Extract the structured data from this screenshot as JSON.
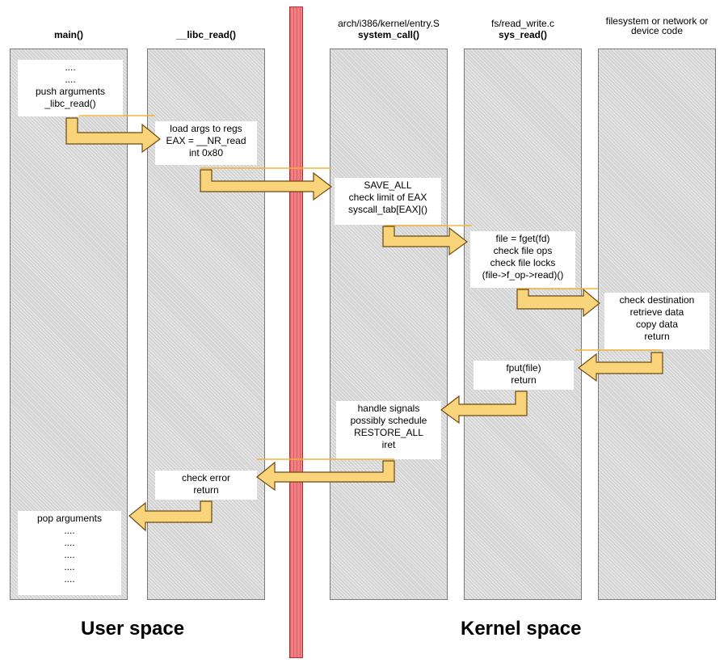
{
  "columns": [
    {
      "id": "main",
      "title": "main()"
    },
    {
      "id": "libc",
      "title": "__libc_read()"
    },
    {
      "id": "syscall",
      "path": "arch/i386/kernel/entry.S",
      "title": "system_call()"
    },
    {
      "id": "sysread",
      "path": "fs/read_write.c",
      "title": "sys_read()"
    },
    {
      "id": "fs",
      "subtitle_lines": [
        "filesystem or network",
        "or",
        "device code"
      ]
    }
  ],
  "boxes": {
    "main_top": [
      "....",
      "....",
      "push arguments",
      "_libc_read()"
    ],
    "libc_load": [
      "load args to regs",
      "EAX = __NR_read",
      "int 0x80"
    ],
    "save_all": [
      "SAVE_ALL",
      "check limit of EAX",
      "syscall_tab[EAX]()"
    ],
    "sys_read": [
      "file = fget(fd)",
      "check file ops",
      "check file locks",
      "(file->f_op->read)()"
    ],
    "fs_code": [
      "check destination",
      "retrieve data",
      "copy data",
      "return"
    ],
    "fput": [
      "fput(file)",
      "return"
    ],
    "restore": [
      "handle signals",
      "possibly schedule",
      "RESTORE_ALL",
      "iret"
    ],
    "check_error": [
      "check error",
      "return"
    ],
    "main_bottom": [
      "pop arguments",
      "....",
      "....",
      "....",
      "....",
      "...."
    ]
  },
  "labels": {
    "user_space": "User space",
    "kernel_space": "Kernel space"
  },
  "colors": {
    "arrow_fill": "#fad47a",
    "arrow_stroke": "#6b4a10",
    "divider": "#ef7f80"
  }
}
